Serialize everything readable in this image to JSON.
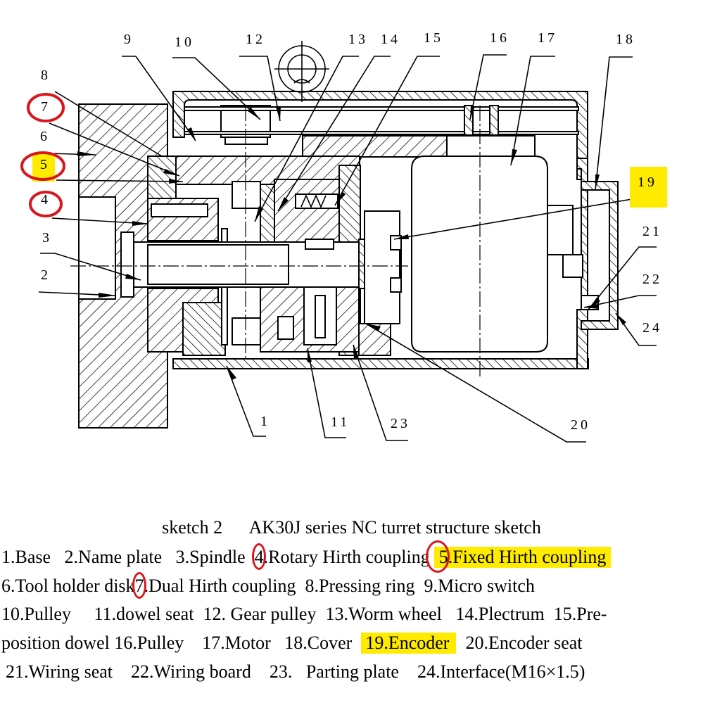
{
  "figure": {
    "caption_prefix": "sketch 2",
    "caption_title": "AK30J series NC turret structure sketch",
    "callouts": [
      {
        "id": "1",
        "label": "1"
      },
      {
        "id": "2",
        "label": "2"
      },
      {
        "id": "3",
        "label": "3"
      },
      {
        "id": "4",
        "label": "4",
        "circled": true
      },
      {
        "id": "5",
        "label": "5",
        "circled": true,
        "highlighted": true
      },
      {
        "id": "6",
        "label": "6"
      },
      {
        "id": "7",
        "label": "7",
        "circled": true
      },
      {
        "id": "8",
        "label": "8"
      },
      {
        "id": "9",
        "label": "9"
      },
      {
        "id": "10",
        "label": "10"
      },
      {
        "id": "11",
        "label": "11"
      },
      {
        "id": "12",
        "label": "12"
      },
      {
        "id": "13",
        "label": "13"
      },
      {
        "id": "14",
        "label": "14"
      },
      {
        "id": "15",
        "label": "15"
      },
      {
        "id": "16",
        "label": "16"
      },
      {
        "id": "17",
        "label": "17"
      },
      {
        "id": "18",
        "label": "18"
      },
      {
        "id": "19",
        "label": "19",
        "highlighted": true
      },
      {
        "id": "20",
        "label": "20"
      },
      {
        "id": "21",
        "label": "21"
      },
      {
        "id": "22",
        "label": "22"
      },
      {
        "id": "23",
        "label": "23"
      },
      {
        "id": "24",
        "label": "24"
      }
    ],
    "highlight_color": "#ffeb00",
    "circle_color": "#d8171c"
  },
  "legend": {
    "items": [
      {
        "num": "1",
        "text": "1.Base"
      },
      {
        "num": "2",
        "text": "2.Name plate"
      },
      {
        "num": "3",
        "text": "3.Spindle"
      },
      {
        "num": "4",
        "text": "4.Rotary Hirth coupling",
        "circled": true
      },
      {
        "num": "5",
        "text": "5.Fixed Hirth coupling",
        "circled": true,
        "highlighted": true
      },
      {
        "num": "6",
        "text": "6.Tool holder disk"
      },
      {
        "num": "7",
        "text": "7.Dual Hirth coupling",
        "circled": true
      },
      {
        "num": "8",
        "text": "8.Pressing ring"
      },
      {
        "num": "9",
        "text": "9.Micro switch"
      },
      {
        "num": "10",
        "text": "10.Pulley"
      },
      {
        "num": "11",
        "text": "11.dowel seat"
      },
      {
        "num": "12",
        "text": "12. Gear pulley"
      },
      {
        "num": "13",
        "text": "13.Worm wheel"
      },
      {
        "num": "14",
        "text": "14.Plectrum"
      },
      {
        "num": "15a",
        "text": "15.Pre-"
      },
      {
        "num": "15b",
        "text": "position dowel"
      },
      {
        "num": "16",
        "text": "16.Pulley"
      },
      {
        "num": "17",
        "text": "17.Motor"
      },
      {
        "num": "18",
        "text": "18.Cover"
      },
      {
        "num": "19",
        "text": "19.Encoder",
        "highlighted": true
      },
      {
        "num": "20",
        "text": "20.Encoder seat"
      },
      {
        "num": "21",
        "text": "21.Wiring seat"
      },
      {
        "num": "22",
        "text": "22.Wiring board"
      },
      {
        "num": "23",
        "text": "23.   Parting plate"
      },
      {
        "num": "24",
        "text": "24.Interface(M16×1.5)"
      }
    ]
  }
}
